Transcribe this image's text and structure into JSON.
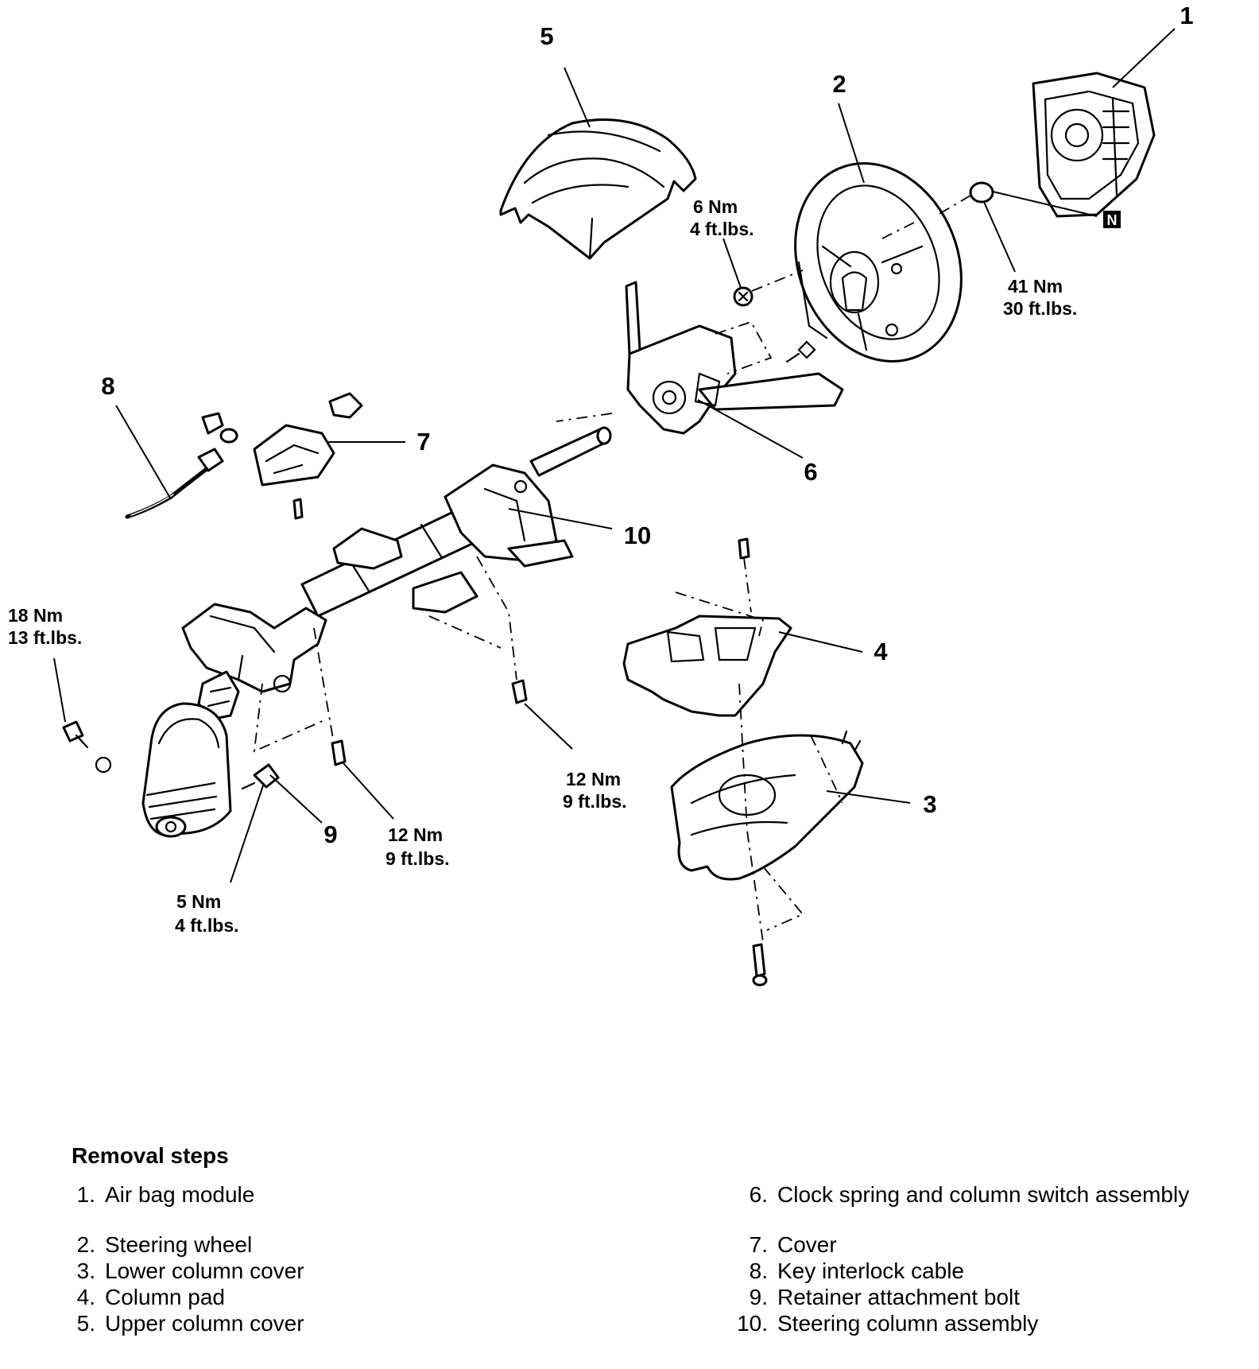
{
  "callouts": {
    "c1": "1",
    "c2": "2",
    "c3": "3",
    "c4": "4",
    "c5": "5",
    "c6": "6",
    "c7": "7",
    "c8": "8",
    "c9": "9",
    "c10": "10"
  },
  "torque_specs": {
    "wheel_bolt_nm": "6 Nm",
    "wheel_bolt_ftlbs": "4 ft.lbs.",
    "wheel_nut_nm": "41 Nm",
    "wheel_nut_ftlbs": "30 ft.lbs.",
    "bracket_nm": "18 Nm",
    "bracket_ftlbs": "13 ft.lbs.",
    "column_bolt_right_nm": "12 Nm",
    "column_bolt_right_ftlbs": "9 ft.lbs.",
    "column_bolt_left_nm": "12 Nm",
    "column_bolt_left_ftlbs": "9 ft.lbs.",
    "retainer_nm": "5 Nm",
    "retainer_ftlbs": "4 ft.lbs."
  },
  "nut_marker": "N",
  "removal_steps": {
    "title": "Removal steps",
    "left": [
      {
        "num": "1.",
        "text": "Air bag module"
      },
      {
        "num": "2.",
        "text": "Steering wheel"
      },
      {
        "num": "3.",
        "text": "Lower column cover"
      },
      {
        "num": "4.",
        "text": "Column pad"
      },
      {
        "num": "5.",
        "text": "Upper column cover"
      }
    ],
    "right": [
      {
        "num": "6.",
        "text": "Clock spring and column switch assembly"
      },
      {
        "num": "7.",
        "text": "Cover"
      },
      {
        "num": "8.",
        "text": "Key interlock cable"
      },
      {
        "num": "9.",
        "text": "Retainer attachment bolt"
      },
      {
        "num": "10.",
        "text": "Steering column assembly"
      }
    ]
  }
}
